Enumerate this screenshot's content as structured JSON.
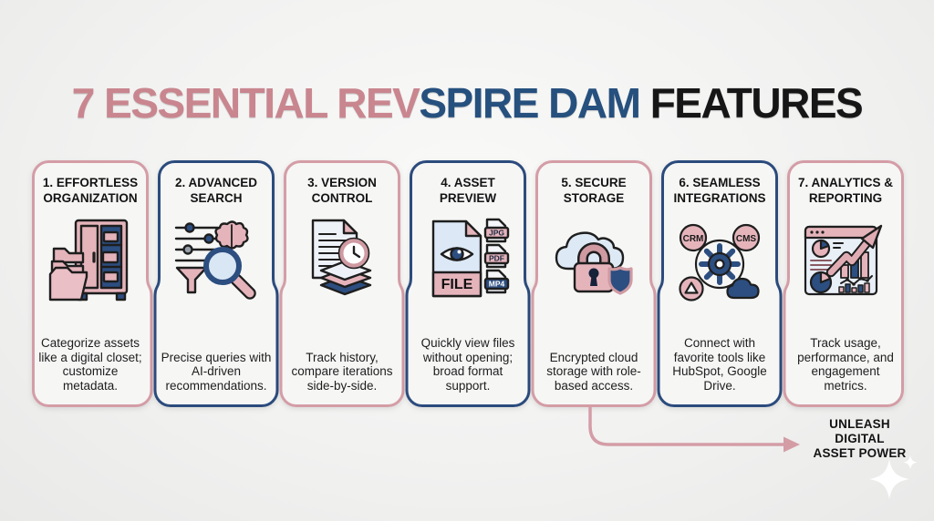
{
  "title": {
    "pink_part": "7 ESSENTIAL REV",
    "navy_part": "SPIRE DAM ",
    "dark_part": "FEATURES"
  },
  "colors": {
    "accent_pink": "#d49da6",
    "accent_navy": "#2b4b7c",
    "title_pink": "#c9868f",
    "title_navy": "#26507e",
    "icon_pink": "#e5b4bb",
    "icon_navy": "#2c4e80",
    "icon_light_blue": "#dce8f5",
    "background": "#f1f1f0"
  },
  "cards": [
    {
      "accent": "pink",
      "title": "1. EFFORTLESS ORGANIZATION",
      "description": "Categorize assets like a digital closet; customize metadata.",
      "icon": "organization-closet-icon"
    },
    {
      "accent": "navy",
      "title": "2. ADVANCED SEARCH",
      "description": "Precise queries with AI-driven recommendations.",
      "icon": "ai-search-icon"
    },
    {
      "accent": "pink",
      "title": "3. VERSION CONTROL",
      "description": "Track history, compare iterations side-by-side.",
      "icon": "version-history-icon"
    },
    {
      "accent": "navy",
      "title": "4. ASSET PREVIEW",
      "description": "Quickly view files without opening; broad format support.",
      "icon": "file-preview-icon",
      "icon_labels": {
        "file": "FILE",
        "format1": "JPG",
        "format2": "PDF",
        "format3": "MP4"
      }
    },
    {
      "accent": "pink",
      "title": "5. SECURE STORAGE",
      "description": "Encrypted cloud storage with role-based access.",
      "icon": "secure-cloud-icon"
    },
    {
      "accent": "navy",
      "title": "6. SEAMLESS INTEGRATIONS",
      "description": "Connect with favorite tools like HubSpot, Google Drive.",
      "icon": "integrations-hub-icon",
      "icon_labels": {
        "node1": "CRM",
        "node2": "CMS"
      }
    },
    {
      "accent": "pink",
      "title": "7. ANALYTICS & REPORTING",
      "description": "Track usage, performance, and engagement metrics.",
      "icon": "analytics-dashboard-icon"
    }
  ],
  "callout": {
    "line1": "UNLEASH",
    "line2": "DIGITAL",
    "line3": "ASSET POWER"
  }
}
